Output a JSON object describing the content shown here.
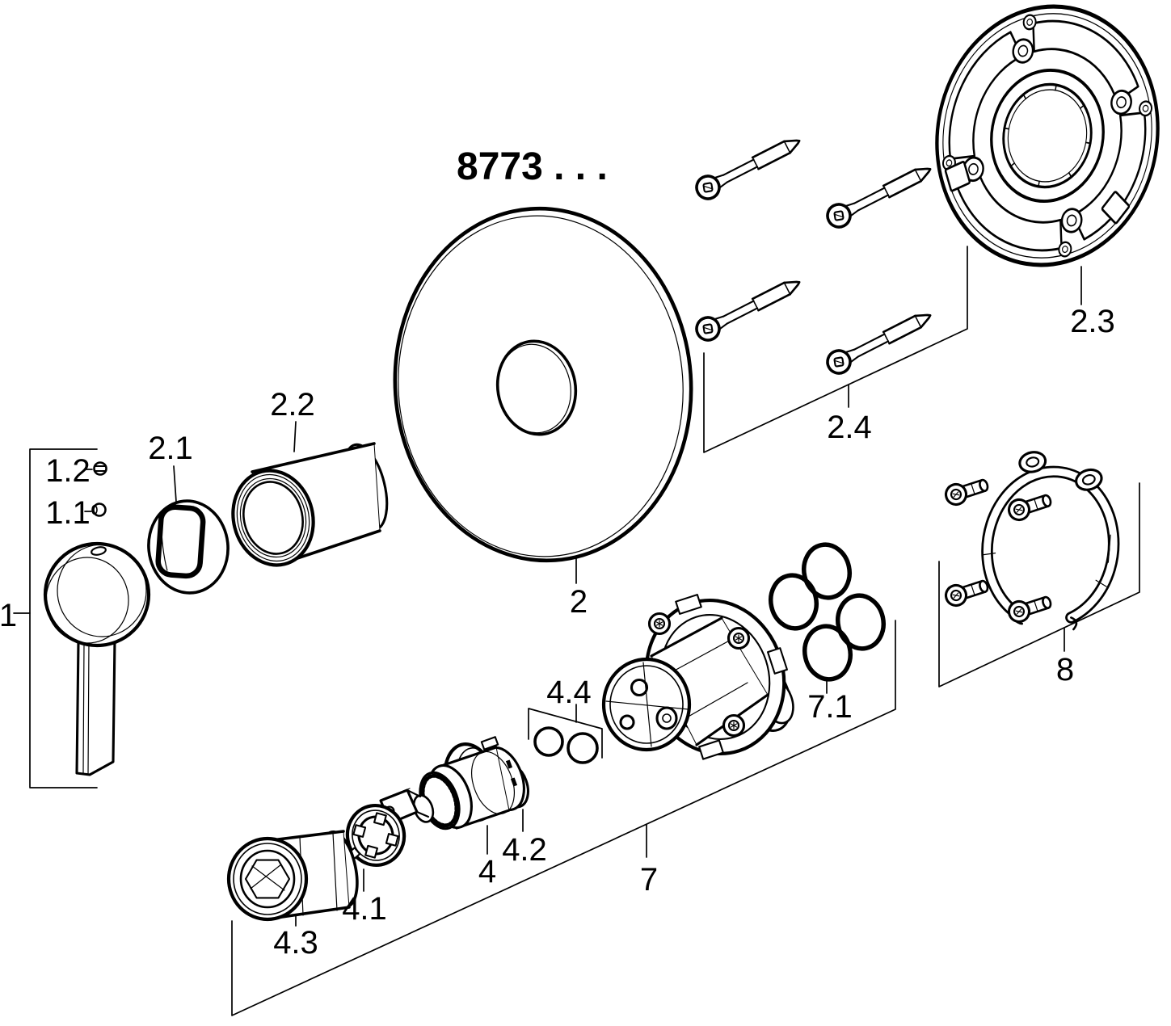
{
  "diagram": {
    "title": "8773 . . .",
    "colors": {
      "line": "#000000",
      "background": "#ffffff"
    },
    "labels": {
      "part_1": "1",
      "part_1_1": "1.1",
      "part_1_2": "1.2",
      "part_2": "2",
      "part_2_1": "2.1",
      "part_2_2": "2.2",
      "part_2_3": "2.3",
      "part_2_4": "2.4",
      "part_4": "4",
      "part_4_1": "4.1",
      "part_4_2": "4.2",
      "part_4_3": "4.3",
      "part_4_4": "4.4",
      "part_7": "7",
      "part_7_1": "7.1",
      "part_8": "8"
    }
  }
}
